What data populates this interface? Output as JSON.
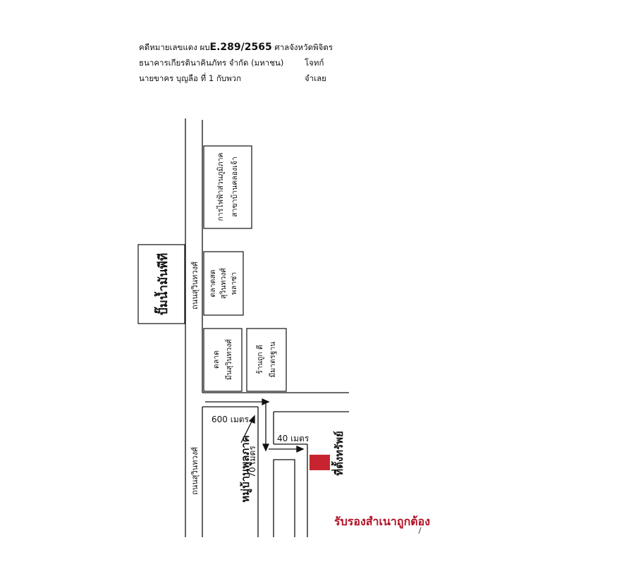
{
  "header": {
    "case_prefix": "คดีหมายเลขแดง ผบ",
    "case_number": "E.289/2565",
    "court": "ศาลจังหวัดพิจิตร",
    "plaintiff": "ธนาคารเกียรตินาคินภัทร จำกัด (มหาชน)",
    "plaintiff_role": "โจทก์",
    "defendant": "นายขาคร บุญลือ ที่ 1 กับพวก",
    "defendant_role": "จำเลย"
  },
  "map": {
    "boxes": [
      {
        "id": "pea-office",
        "lines": [
          "การไฟฟ้าส่วนภูมิภาค",
          "สาขาบ้านคลองเจ้า"
        ]
      },
      {
        "id": "gas-station",
        "lines": [
          "ปั๊มน้ำมันพีที"
        ]
      },
      {
        "id": "sukhumwong-market",
        "lines": [
          "ตลาดสด",
          "สุวินทวงศ์",
          "พลาซ่า"
        ]
      },
      {
        "id": "minburi-market",
        "lines": [
          "ตลาด",
          "มีนสุวินทวงศ์"
        ]
      },
      {
        "id": "shop",
        "lines": [
          "ร้านถูก ดี",
          "มีมาตรฐาน"
        ]
      }
    ],
    "roads": {
      "main_upper": "ถนนสุวินทวงศ์",
      "main_lower": "ถนนสุวินทวงศ์",
      "village": "หมู่บ้านพูลภาค"
    },
    "distances": {
      "first": "600 เมตร",
      "second": "70 เมตร",
      "third": "40 เมตร"
    },
    "target_label": "ที่ตั้งทรัพย์",
    "target_color": "#c8242f"
  },
  "stamp": {
    "text": "รับรองสำเนาถูกต้อง",
    "color": "#b11226"
  }
}
